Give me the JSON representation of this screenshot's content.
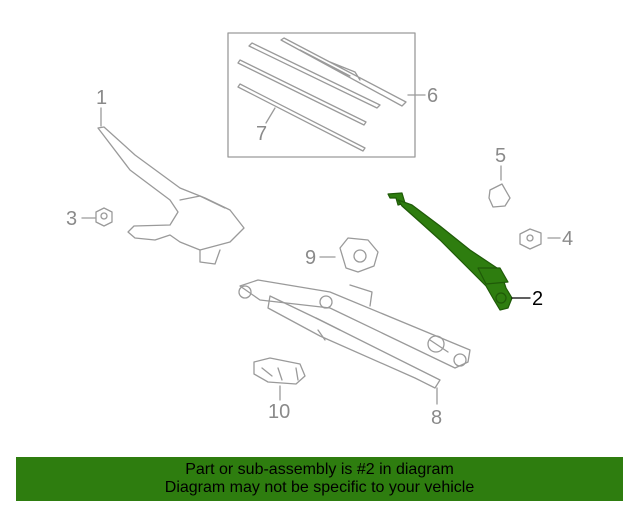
{
  "callouts": {
    "c1": "1",
    "c2": "2",
    "c3": "3",
    "c4": "4",
    "c5": "5",
    "c6": "6",
    "c7": "7",
    "c8": "8",
    "c9": "9",
    "c10": "10"
  },
  "highlighted_part": "2",
  "colors": {
    "highlight": "#2e7d0f",
    "line_art": "#9a9a9a",
    "active_callout": "#000000"
  },
  "banner": {
    "line1": "Part or sub-assembly is #2 in diagram",
    "line2": "Diagram may not be specific to your vehicle"
  }
}
